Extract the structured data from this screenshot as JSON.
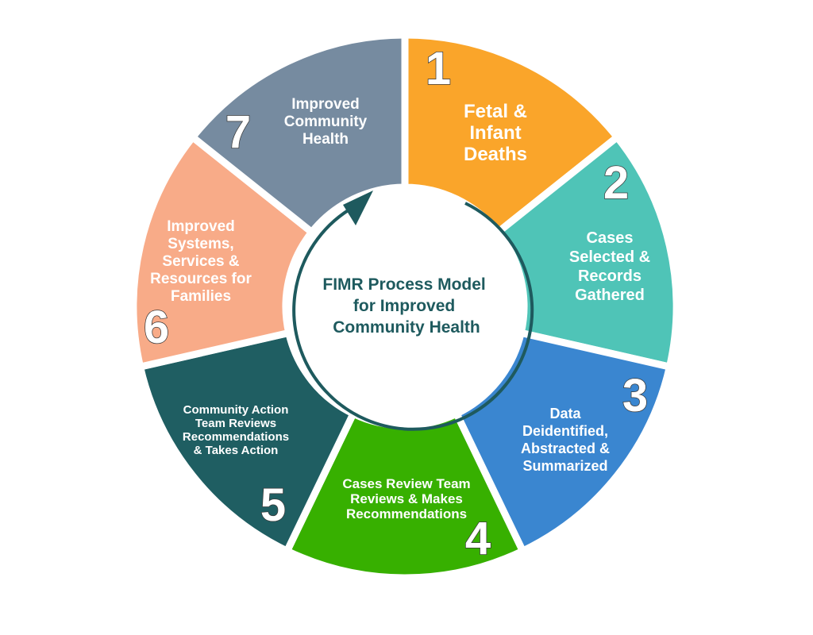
{
  "title": [
    "FIMR Process Model",
    "for Improved",
    "Community Health"
  ],
  "colors": {
    "accent": "#1e5a5e"
  },
  "steps": [
    {
      "number": "1",
      "lines": [
        "Fetal &",
        "Infant",
        "Deaths"
      ],
      "color": "#FAA52A"
    },
    {
      "number": "2",
      "lines": [
        "Cases",
        "Selected &",
        "Records",
        "Gathered"
      ],
      "color": "#4FC4B7"
    },
    {
      "number": "3",
      "lines": [
        "Data",
        "Deidentified,",
        "Abstracted &",
        "Summarized"
      ],
      "color": "#3A86D0"
    },
    {
      "number": "4",
      "lines": [
        "Cases Review Team",
        "Reviews & Makes",
        "Recommendations"
      ],
      "color": "#37B000"
    },
    {
      "number": "5",
      "lines": [
        "Community Action",
        "Team Reviews",
        "Recommendations",
        "& Takes Action"
      ],
      "color": "#1F5E62"
    },
    {
      "number": "6",
      "lines": [
        "Improved",
        "Systems,",
        "Services  &",
        "Resources for",
        "Families"
      ],
      "color": "#F8AB88"
    },
    {
      "number": "7",
      "lines": [
        "Improved",
        "Community",
        "Health"
      ],
      "color": "#768BA0"
    }
  ]
}
